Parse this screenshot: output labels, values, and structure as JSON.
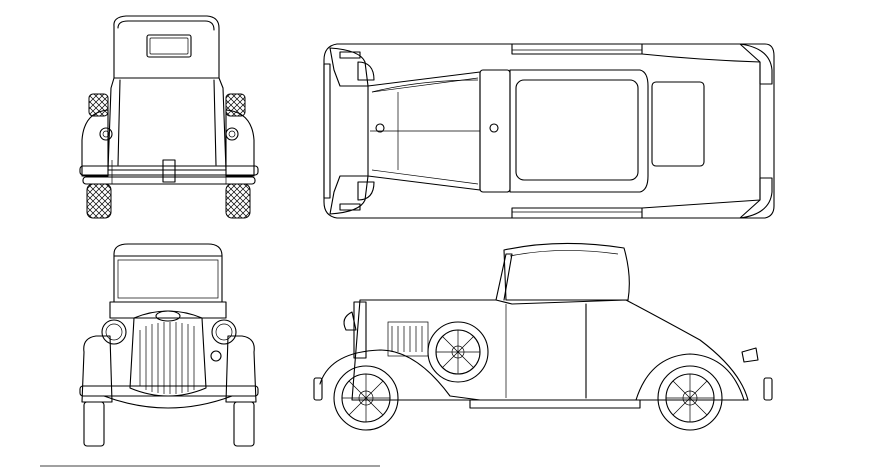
{
  "drawing": {
    "views": [
      {
        "id": "rear",
        "label": ""
      },
      {
        "id": "top",
        "label": ""
      },
      {
        "id": "front",
        "label": ""
      },
      {
        "id": "side",
        "label": ""
      }
    ],
    "colors": {
      "line": "#000000",
      "background": "#ffffff"
    }
  }
}
